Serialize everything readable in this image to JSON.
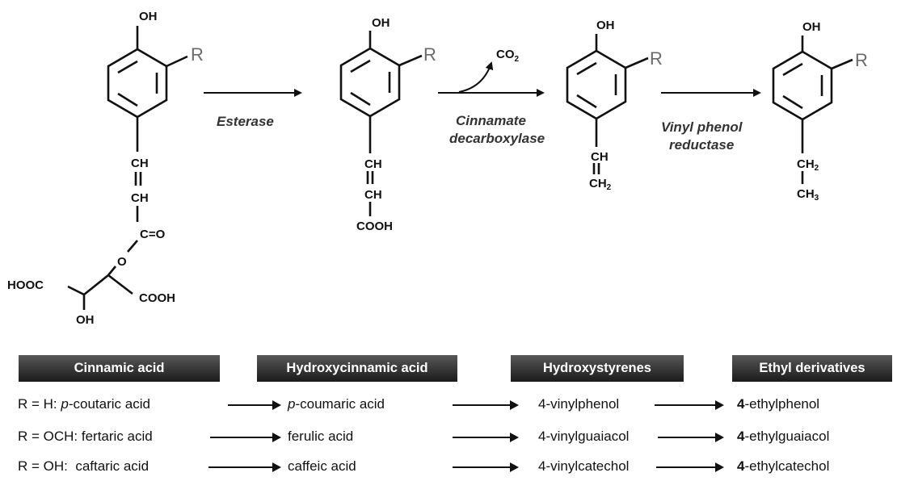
{
  "structures": {
    "cinnamic": {
      "oh": "OH",
      "r": "R",
      "ch1": "CH",
      "ch2": "CH",
      "co": "C=O",
      "o": "O",
      "hooc": "HOOC",
      "cooh": "COOH",
      "oh2": "OH"
    },
    "hydroxycinnamic": {
      "oh": "OH",
      "r": "R",
      "ch1": "CH",
      "ch2": "CH",
      "cooh": "COOH"
    },
    "hydroxystyrene": {
      "oh": "OH",
      "r": "R",
      "ch": "CH",
      "ch2": "CH",
      "ch2_sub": "2"
    },
    "ethyl": {
      "oh": "OH",
      "r": "R",
      "ch2": "CH",
      "ch2_sub": "2",
      "ch3": "CH",
      "ch3_sub": "3"
    }
  },
  "co2": {
    "label": "CO",
    "sub": "2"
  },
  "enzymes": {
    "esterase": "Esterase",
    "decarboxylase_line1": "Cinnamate",
    "decarboxylase_line2": "decarboxylase",
    "reductase_line1": "Vinyl phenol",
    "reductase_line2": "reductase"
  },
  "headers": [
    "Cinnamic acid",
    "Hydroxycinnamic acid",
    "Hydroxystyrenes",
    "Ethyl derivatives"
  ],
  "rows": [
    {
      "r_label": "R = H: ",
      "r_italic": "p",
      "cinnamic_rest": "-coutaric acid",
      "hc_italic": "p",
      "hc_rest": "-coumaric acid",
      "styrene": "4-vinylphenol",
      "ethyl_num": "4",
      "ethyl_rest": "-ethylphenol"
    },
    {
      "r_label": "R = OCH: ",
      "cinnamic_rest": "fertaric acid",
      "hc_rest": "ferulic acid",
      "styrene": "4-vinylguaiacol",
      "ethyl_num": "4",
      "ethyl_rest": "-ethylguaiacol"
    },
    {
      "r_label": "R = OH:  ",
      "cinnamic_rest": "caftaric acid",
      "hc_rest": "caffeic acid",
      "styrene": "4-vinylcatechol",
      "ethyl_num": "4",
      "ethyl_rest": "-ethylcatechol"
    }
  ]
}
